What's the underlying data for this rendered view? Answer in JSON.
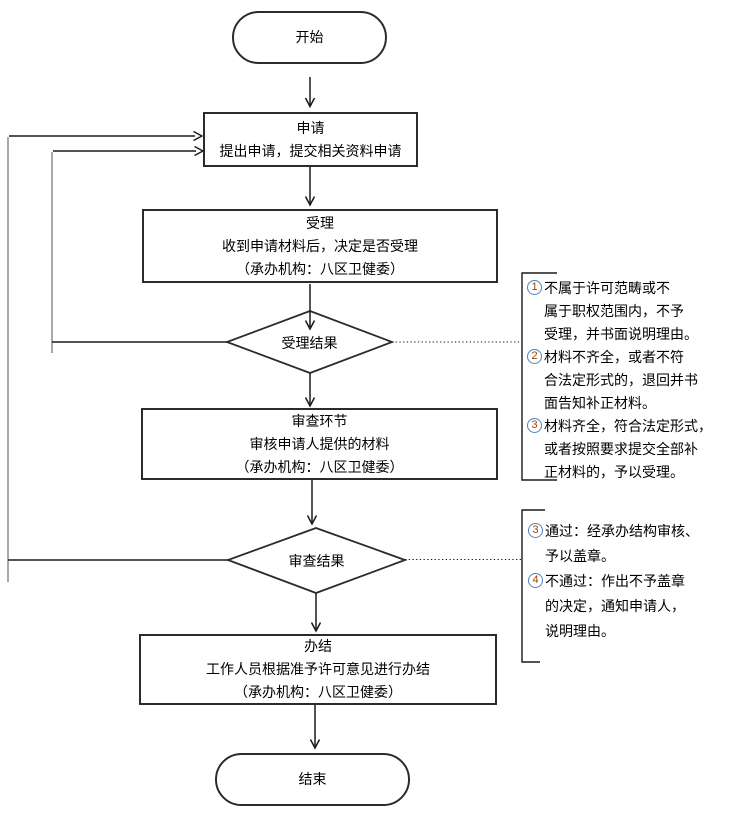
{
  "colors": {
    "background": "#ffffff",
    "shape_border": "#2b2b2b",
    "flow_line": "#1a1a1a",
    "feedback_vertical_line": "#6e6e6e",
    "note_circle_border": "#4f81bd",
    "note_circle_digit": "#974706"
  },
  "nodes": {
    "start": {
      "label": "开始"
    },
    "apply": {
      "lines": [
        "申请",
        "提出申请，提交相关资料申请"
      ]
    },
    "accept": {
      "lines": [
        "受理",
        "收到申请材料后，决定是否受理",
        "（承办机构：八区卫健委）"
      ]
    },
    "accept_result": {
      "label": "受理结果"
    },
    "review": {
      "lines": [
        "审查环节",
        "审核申请人提供的材料",
        "（承办机构：八区卫健委）"
      ]
    },
    "review_result": {
      "label": "审查结果"
    },
    "complete": {
      "lines": [
        "办结",
        "工作人员根据准予许可意见进行办结",
        "（承办机构：八区卫健委）"
      ]
    },
    "end": {
      "label": "结束"
    }
  },
  "notes": {
    "accept_note": {
      "items": [
        {
          "num": "1",
          "lines": [
            "不属于许可范畴或不",
            "属于职权范围内，不予",
            "受理，并书面说明理由。"
          ]
        },
        {
          "num": "2",
          "lines": [
            "材料不齐全，或者不符",
            "合法定形式的，退回并书",
            "面告知补正材料。"
          ]
        },
        {
          "num": "3",
          "lines": [
            "材料齐全，符合法定形式，",
            "或者按照要求提交全部补",
            "正材料的，予以受理。"
          ]
        }
      ]
    },
    "review_note": {
      "items": [
        {
          "num": "3",
          "lines": [
            "通过：经承办结构审核、",
            "予以盖章。"
          ]
        },
        {
          "num": "4",
          "lines": [
            "不通过：作出不予盖章",
            "的决定，通知申请人，",
            "说明理由。"
          ]
        }
      ]
    }
  }
}
